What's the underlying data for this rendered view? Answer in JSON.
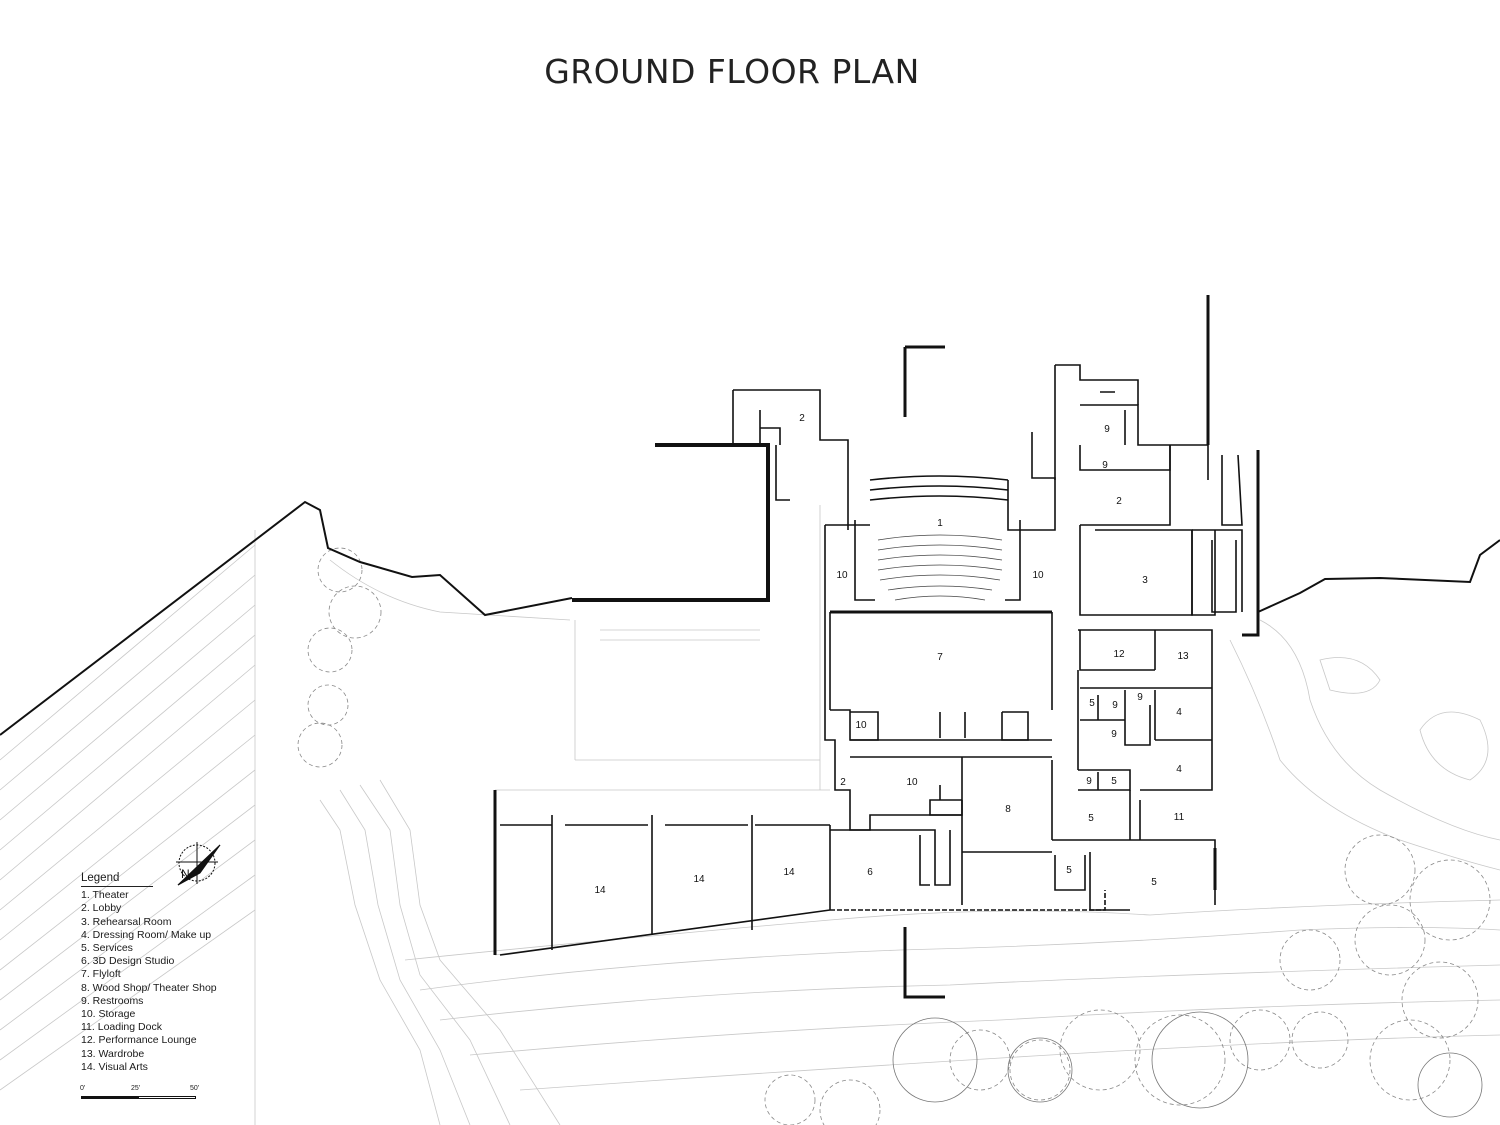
{
  "title": "GROUND FLOOR PLAN",
  "north_label": "N",
  "legend": {
    "title": "Legend",
    "items": [
      "1. Theater",
      "2. Lobby",
      "3. Rehearsal Room",
      "4. Dressing Room/ Make up",
      "5. Services",
      "6. 3D Design Studio",
      "7. Flyloft",
      "8. Wood Shop/ Theater Shop",
      "9. Restrooms",
      "10. Storage",
      "11. Loading Dock",
      "12. Performance Lounge",
      "13. Wardrobe",
      "14. Visual Arts"
    ]
  },
  "scale": {
    "ticks": [
      "0'",
      "25'",
      "50'"
    ]
  },
  "room_labels": {
    "lobby_nw": "2",
    "theater": "1",
    "storage_w": "10",
    "storage_e": "10",
    "flyloft": "7",
    "lobby_ne": "2",
    "restroom_n1": "9",
    "restroom_n2": "9",
    "rehearsal": "3",
    "lounge": "12",
    "wardrobe": "13",
    "services_a": "5",
    "restroom_a": "9",
    "restroom_b": "9",
    "restroom_c": "9",
    "dressing_a": "4",
    "dressing_b": "4",
    "restroom_d": "9",
    "services_b": "5",
    "storage_s1": "10",
    "lobby_s": "2",
    "storage_s2": "10",
    "woodshop": "8",
    "services_c": "5",
    "loading": "11",
    "services_d": "5",
    "services_e": "5",
    "design_studio": "6",
    "visual_arts_a": "14",
    "visual_arts_b": "14",
    "visual_arts_c": "14"
  }
}
